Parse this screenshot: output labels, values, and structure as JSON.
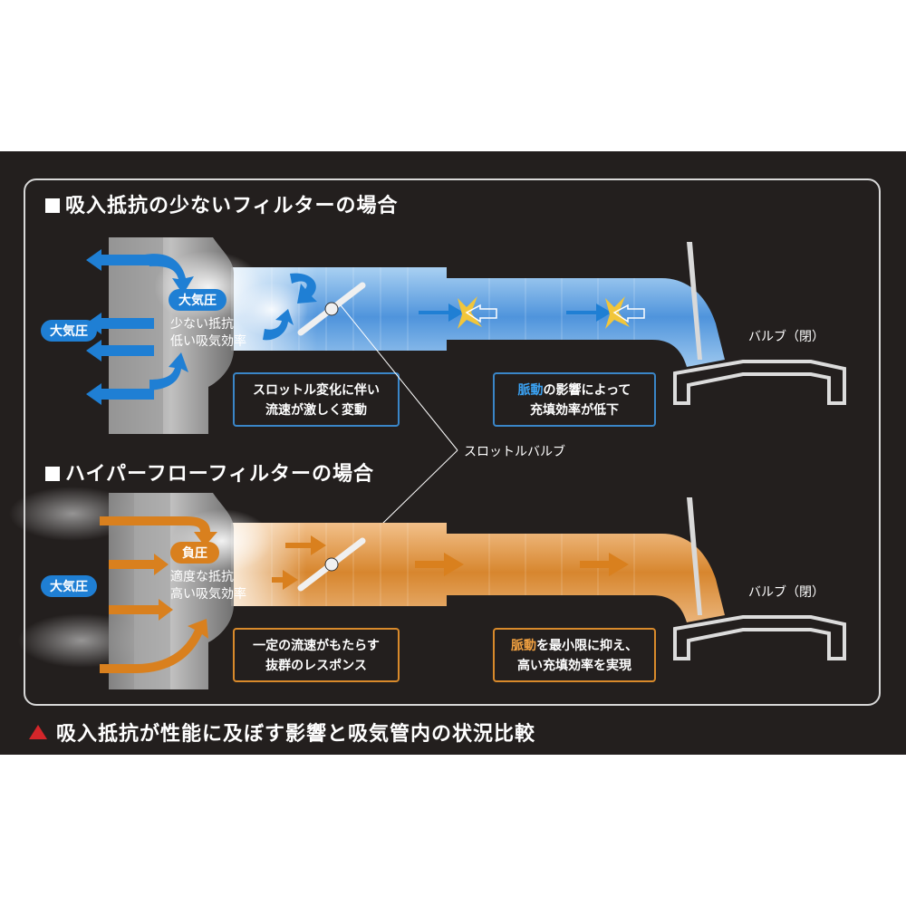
{
  "panel": {
    "section1_title": "吸入抵抗の少ないフィルターの場合",
    "section2_title": "ハイパーフローフィルターの場合",
    "caption": "吸入抵抗が性能に及ぼす影響と吸気管内の状況比較",
    "throttle_label": "スロットルバルブ"
  },
  "top": {
    "left_label": "大気圧",
    "inner_label": "大気圧",
    "note_line1": "少ない抵抗",
    "note_line2": "低い吸気効率",
    "box1_line1": "スロットル変化に伴い",
    "box1_line2": "流速が激しく変動",
    "box2_highlight": "脈動",
    "box2_rest": "の影響によって",
    "box2_line2": "充填効率が低下",
    "valve_label": "バルブ（閉）"
  },
  "bottom": {
    "left_label": "大気圧",
    "inner_label": "負圧",
    "note_line1": "適度な抵抗",
    "note_line2": "高い吸気効率",
    "box1_line1": "一定の流速がもたらす",
    "box1_line2": "抜群のレスポンス",
    "box2_highlight": "脈動",
    "box2_rest": "を最小限に抑え、",
    "box2_line2": "高い充填効率を実現",
    "valve_label": "バルブ（閉）"
  },
  "colors": {
    "background": "#231f1e",
    "blue_flow": "#1f7fd4",
    "orange_flow": "#d9801e",
    "blue_box": "#3a86c8",
    "orange_box": "#d98a2b",
    "caption_triangle": "#d4262a"
  }
}
